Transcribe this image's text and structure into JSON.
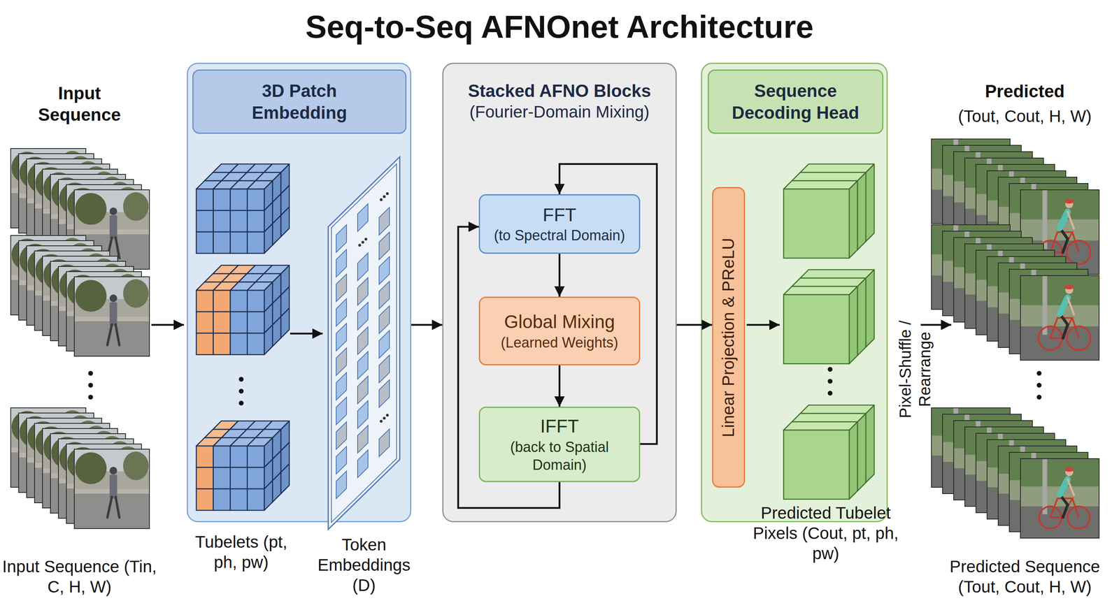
{
  "diagram": {
    "title": "Seq-to-Seq AFNOnet Architecture",
    "nodes": [
      {
        "text": [
          "3D Patch Embedding"
        ]
      },
      {
        "text": [
          "Stacked AFNO Blocks",
          "(Fourier-Domain Mixing)"
        ]
      },
      {
        "text": [
          "FFT",
          "(to Spectral Domain)"
        ],
        "in": 1
      },
      {
        "text": [
          "Global Mixing",
          "(Learned Weights)"
        ],
        "in": 1
      },
      {
        "text": [
          "IFFT",
          "(back to Spatial Domain)"
        ],
        "in": 1
      },
      {
        "text": [
          "Sequence Decoding Head"
        ]
      },
      {
        "text": [
          "Linear Projection & PReLU"
        ],
        "in": 5
      }
    ],
    "edges": [
      {
        "from": 0,
        "to": 1,
        "arrow": "to"
      },
      {
        "from": 1,
        "to": 6,
        "arrow": "to"
      },
      {
        "from": 2,
        "to": 3,
        "arrow": "to"
      },
      {
        "from": 3,
        "to": 4,
        "arrow": "to"
      },
      {
        "from": 4,
        "to": 2,
        "arrow": "to"
      },
      {
        "from": 4,
        "to": 2,
        "arrow": "to"
      }
    ],
    "labels": [
      "Input Sequence",
      "Predicted",
      "(Tout, Cout, H, W)",
      "Input Sequence (Tin, C, H, W)",
      "Tubelets (pt, ph, pw)",
      "Token Embeddings (D)",
      "Predicted Tubelet Pixels (Cout, pt, ph, pw)",
      "Pixel-Shuffle / Rearrange",
      "Predicted Sequence (Tout, Cout, H, W)"
    ]
  }
}
